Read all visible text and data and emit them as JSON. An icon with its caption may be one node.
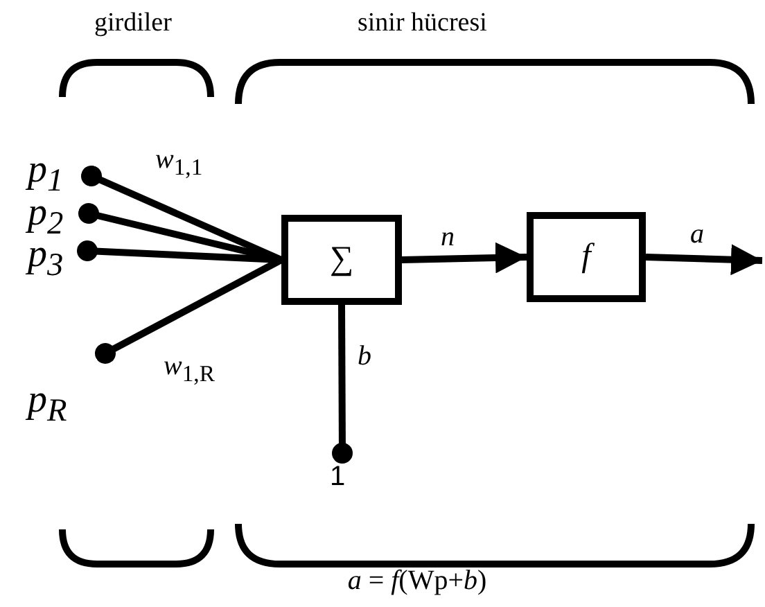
{
  "diagram": {
    "caption": "*a* = *f*(Wp+*b*)",
    "nodes": [
      {
        "text": [
          "p$_{1}$"
        ]
      },
      {
        "text": [
          "p$_{2}$"
        ]
      },
      {
        "text": [
          "p$_{3}$"
        ]
      },
      {
        "text": [
          "p$_{R}$"
        ]
      },
      {
        "text": [
          "∑"
        ]
      },
      {
        "text": [
          "f"
        ]
      },
      {
        "text": [
          "1"
        ]
      }
    ],
    "edges": [
      {
        "from": 0,
        "to": 4,
        "arrow": "other",
        "label": "*w*$_{1,1}$"
      },
      {
        "from": 1,
        "to": 4,
        "arrow": "other"
      },
      {
        "from": 2,
        "to": 4,
        "arrow": "other"
      },
      {
        "from": 3,
        "to": 4,
        "arrow": "other",
        "label": "*w*$_{1,R}$"
      },
      {
        "from": 4,
        "to": 5,
        "arrow": "to",
        "label": "*n*"
      },
      {
        "from": 5,
        "to": null,
        "arrow": "to",
        "label": "*a*"
      },
      {
        "from": 6,
        "to": 4,
        "arrow": "other",
        "label": "*b*"
      }
    ],
    "labels": [
      "girdiler",
      "sinir hücresi"
    ]
  }
}
